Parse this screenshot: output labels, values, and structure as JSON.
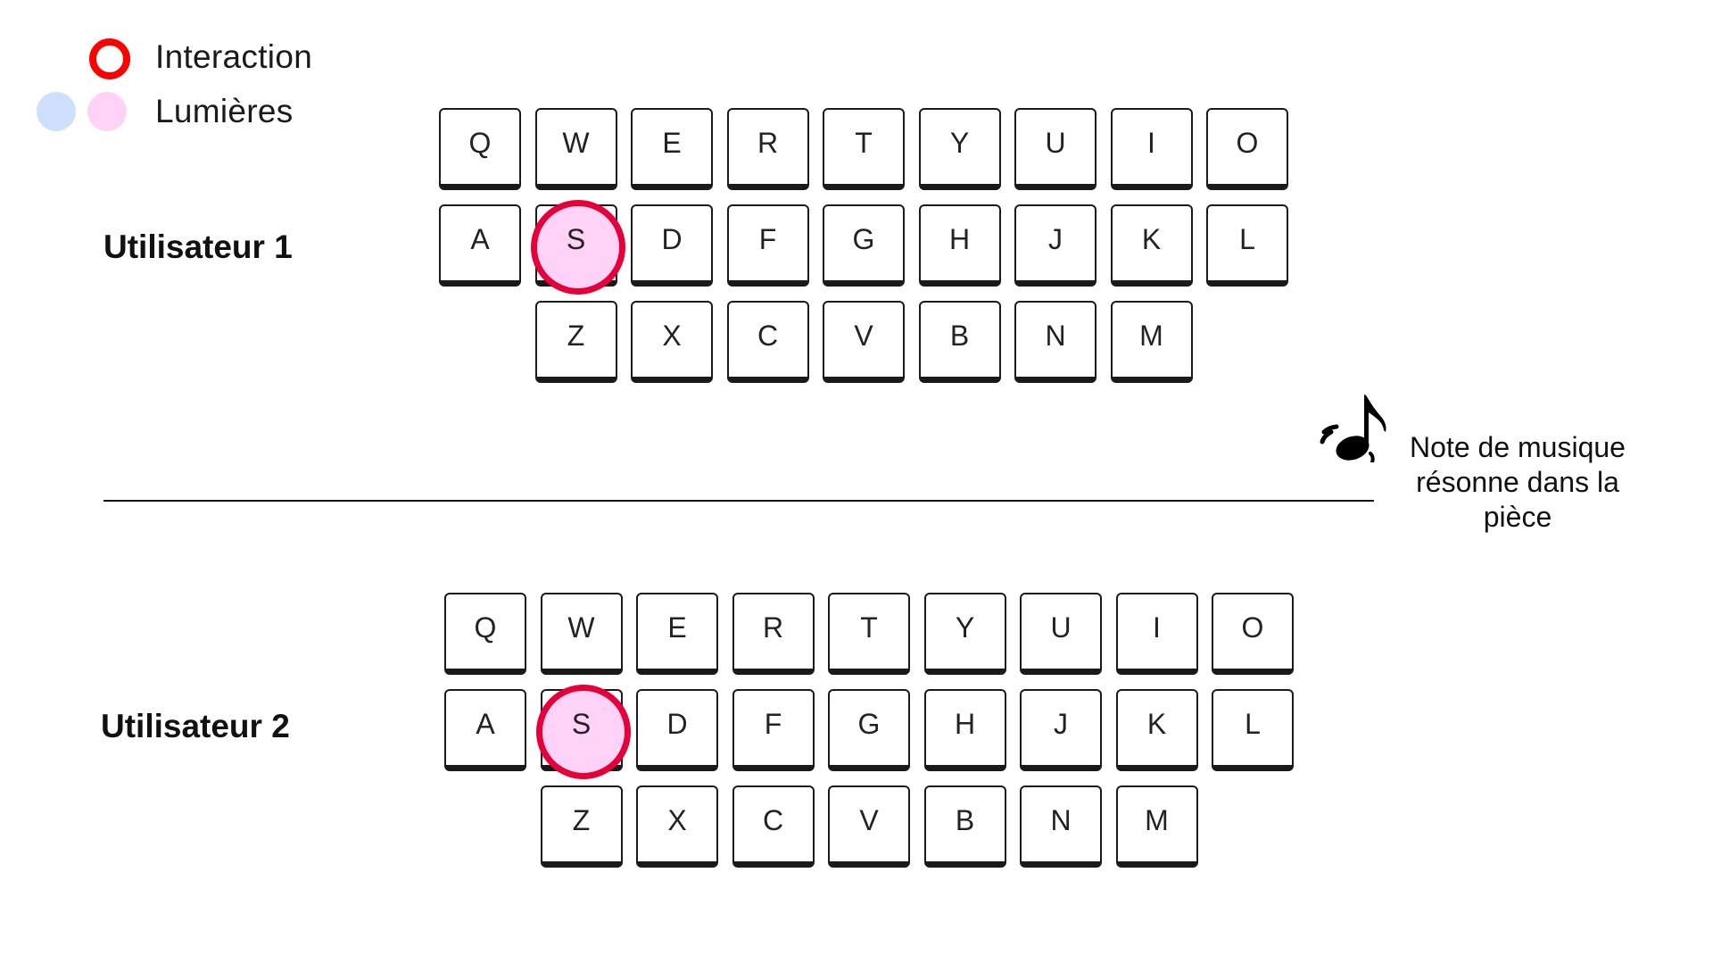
{
  "legend": {
    "interaction_label": "Interaction",
    "lights_label": "Lumières",
    "interaction_color": "#ff0000",
    "light_colors": [
      "#cfe0ff",
      "#ffd2f7"
    ]
  },
  "users": [
    {
      "label": "Utilisateur 1",
      "active_key": "S",
      "light_color": "#ffd2f7",
      "ring_color": "#e6003a"
    },
    {
      "label": "Utilisateur 2",
      "active_key": "S",
      "light_color": "#ffd2f7",
      "ring_color": "#e6003a"
    }
  ],
  "keyboard_rows": [
    [
      "Q",
      "W",
      "E",
      "R",
      "T",
      "Y",
      "U",
      "I",
      "O"
    ],
    [
      "A",
      "S",
      "D",
      "F",
      "G",
      "H",
      "J",
      "K",
      "L"
    ],
    [
      "Z",
      "X",
      "C",
      "V",
      "B",
      "N",
      "M"
    ]
  ],
  "music_note": {
    "icon": "music-note-icon",
    "caption": "Note de musique résonne dans la pièce"
  }
}
